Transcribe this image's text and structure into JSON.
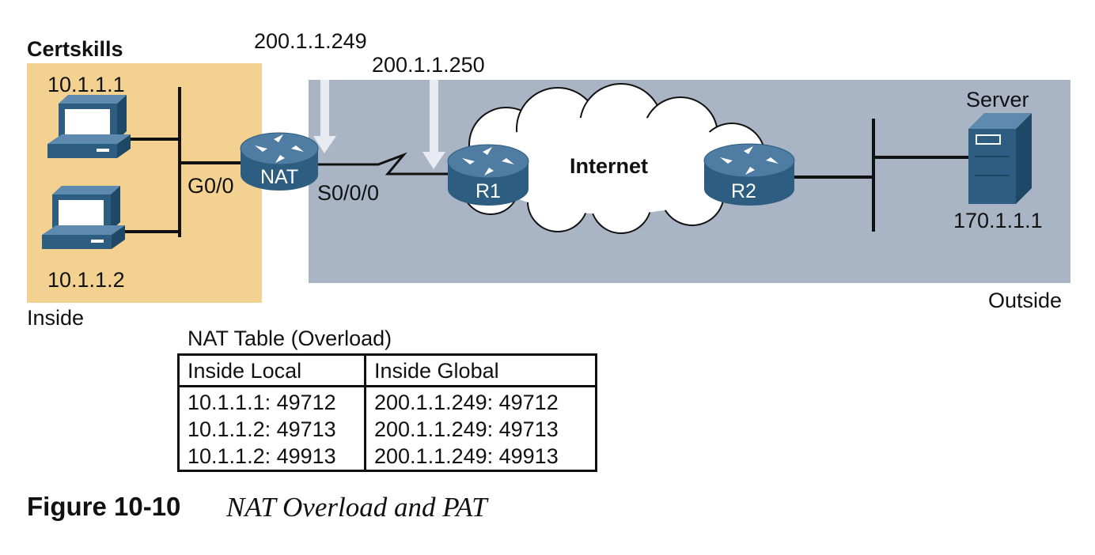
{
  "labels": {
    "company": "Certskills",
    "pc1_ip": "10.1.1.1",
    "pc2_ip": "10.1.1.2",
    "inside": "Inside",
    "outside": "Outside",
    "g0_0": "G0/0",
    "s0_0_0": "S0/0/0",
    "ip_249": "200.1.1.249",
    "ip_250": "200.1.1.250",
    "internet": "Internet",
    "server": "Server",
    "server_ip": "170.1.1.1",
    "nat_router": "NAT",
    "r1": "R1",
    "r2": "R2"
  },
  "table": {
    "title": "NAT Table (Overload)",
    "headers": [
      "Inside Local",
      "Inside Global"
    ],
    "rows": [
      [
        "10.1.1.1: 49712",
        "200.1.1.249: 49712"
      ],
      [
        "10.1.1.2: 49713",
        "200.1.1.249: 49713"
      ],
      [
        "10.1.1.2: 49913",
        "200.1.1.249: 49913"
      ]
    ]
  },
  "caption": {
    "number": "Figure 10-10",
    "title": "NAT Overload and PAT"
  },
  "colors": {
    "inside_zone": "#f3d291",
    "outside_zone": "#a9b4c4",
    "device_blue": "#2d5d80",
    "arrow": "#e8ecf2"
  },
  "icons": [
    "desktop-pc-icon",
    "router-icon",
    "server-tower-icon",
    "cloud-icon",
    "down-arrow-icon"
  ]
}
